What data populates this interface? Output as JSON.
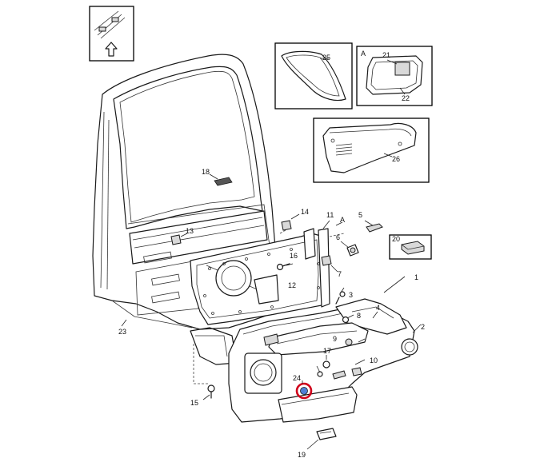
{
  "callouts": [
    {
      "id": "c25",
      "label": "25"
    },
    {
      "id": "cA1",
      "label": "A"
    },
    {
      "id": "c21",
      "label": "21"
    },
    {
      "id": "c22",
      "label": "22"
    },
    {
      "id": "c26",
      "label": "26"
    },
    {
      "id": "c18",
      "label": "18"
    },
    {
      "id": "c14",
      "label": "14"
    },
    {
      "id": "c11",
      "label": "11"
    },
    {
      "id": "cA2",
      "label": "A"
    },
    {
      "id": "c5",
      "label": "5"
    },
    {
      "id": "c13",
      "label": "13"
    },
    {
      "id": "c6",
      "label": "6"
    },
    {
      "id": "c20",
      "label": "20"
    },
    {
      "id": "c16",
      "label": "16"
    },
    {
      "id": "c7",
      "label": "7"
    },
    {
      "id": "c12",
      "label": "12"
    },
    {
      "id": "c1",
      "label": "1"
    },
    {
      "id": "c3",
      "label": "3"
    },
    {
      "id": "c4",
      "label": "4"
    },
    {
      "id": "c2",
      "label": "2"
    },
    {
      "id": "c8",
      "label": "8"
    },
    {
      "id": "c23",
      "label": "23"
    },
    {
      "id": "c9",
      "label": "9"
    },
    {
      "id": "c17",
      "label": "17"
    },
    {
      "id": "c10",
      "label": "10"
    },
    {
      "id": "c24",
      "label": "24"
    },
    {
      "id": "c15",
      "label": "15"
    },
    {
      "id": "c19",
      "label": "19"
    }
  ],
  "colors": {
    "line": "#1a1a1a",
    "highlight_ring": "#d0021b",
    "highlight_fill": "#4f7fd6"
  },
  "icons": [
    "orientation-arrow-icon",
    "highlight-ring-icon"
  ]
}
